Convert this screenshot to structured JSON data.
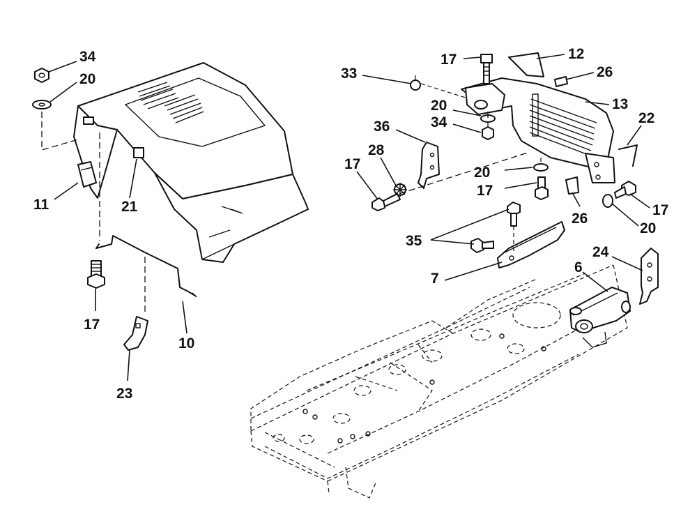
{
  "callouts": {
    "c34a": "34",
    "c20a": "20",
    "c11": "11",
    "c21": "21",
    "c17a": "17",
    "c10": "10",
    "c23": "23",
    "c33": "33",
    "c17b": "17",
    "c12": "12",
    "c26a": "26",
    "c13": "13",
    "c20b": "20",
    "c34b": "34",
    "c36": "36",
    "c28": "28",
    "c17c": "17",
    "c22": "22",
    "c20c": "20",
    "c17d": "17",
    "c26b": "26",
    "c17e": "17",
    "c20d": "20",
    "c35": "35",
    "c7": "7",
    "c6": "6",
    "c24": "24"
  }
}
